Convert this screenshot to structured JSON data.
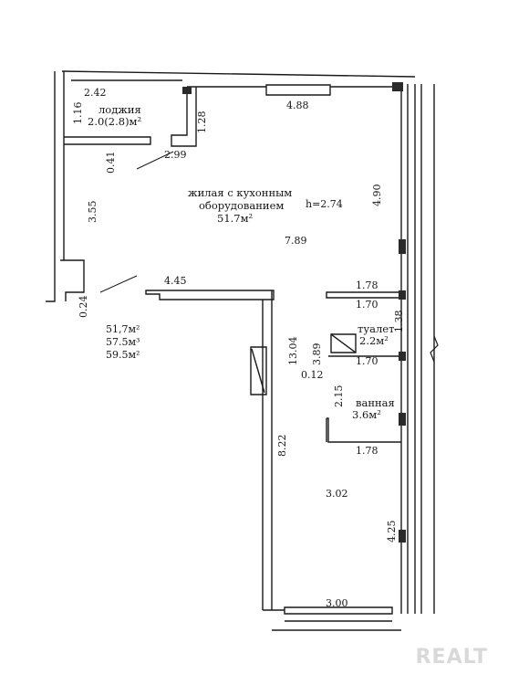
{
  "rooms": {
    "loggia": {
      "name": "лоджия",
      "area": "2.0(2.8)м²"
    },
    "living": {
      "name_line1": "жилая с кухонным",
      "name_line2": "оборудованием",
      "area": "51.7м²",
      "height": "h=2.74"
    },
    "toilet": {
      "name": "туалет",
      "area": "2.2м²"
    },
    "bath": {
      "name": "ванная",
      "area": "3.6м²"
    }
  },
  "totals": {
    "living": "51,7м²",
    "total": "57.5м³",
    "with_loggia": "59.5м²"
  },
  "dimensions": {
    "d_2_42": "2.42",
    "d_1_16": "1.16",
    "d_1_28": "1.28",
    "d_4_88": "4.88",
    "d_0_41": "0.41",
    "d_2_99": "2.99",
    "d_4_90": "4.90",
    "d_3_55": "3.55",
    "d_7_89": "7.89",
    "d_4_45": "4.45",
    "d_0_24": "0.24",
    "d_1_78_top": "1.78",
    "d_1_70_top": "1.70",
    "d_1_38": "1.38",
    "d_13_04": "13.04",
    "d_3_89": "3.89",
    "d_0_12": "0.12",
    "d_1_70_mid": "1.70",
    "d_2_15": "2.15",
    "d_1_78_bottom": "1.78",
    "d_8_22": "8.22",
    "d_3_02": "3.02",
    "d_4_25": "4.25",
    "d_3_00": "3.00"
  },
  "watermark": "REALT"
}
